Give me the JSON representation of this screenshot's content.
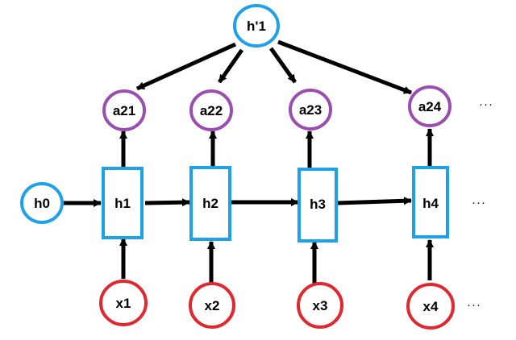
{
  "colors": {
    "hidden_node": "#1ea1e8",
    "attention_node": "#9a4eb0",
    "input_node": "#e02830",
    "arrow": "#000000"
  },
  "context": {
    "label": "h'1"
  },
  "initial": {
    "label": "h0"
  },
  "hidden": [
    {
      "label": "h1"
    },
    {
      "label": "h2"
    },
    {
      "label": "h3"
    },
    {
      "label": "h4"
    }
  ],
  "attention": [
    {
      "label": "a21"
    },
    {
      "label": "a22"
    },
    {
      "label": "a23"
    },
    {
      "label": "a24"
    }
  ],
  "inputs": [
    {
      "label": "x1"
    },
    {
      "label": "x2"
    },
    {
      "label": "x3"
    },
    {
      "label": "x4"
    }
  ],
  "continuation": {
    "attention_row": "···",
    "hidden_row": "···",
    "input_row": "···"
  }
}
